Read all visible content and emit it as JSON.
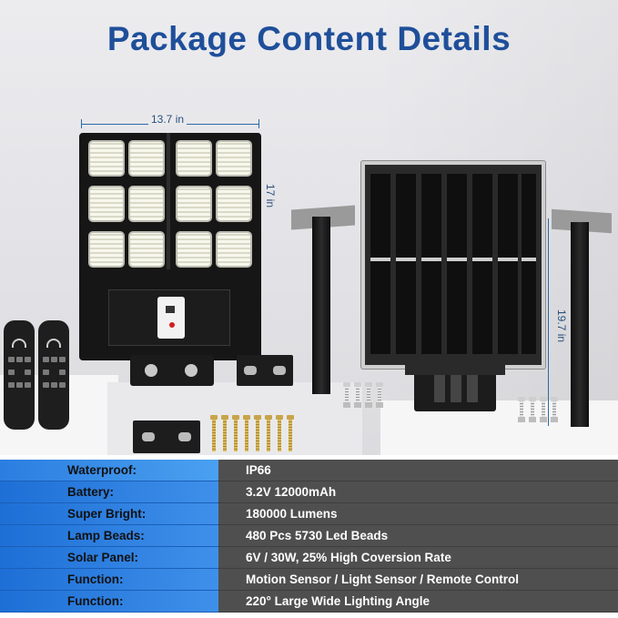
{
  "title": "Package Content Details",
  "dimensions": {
    "lamp_width": "13.7 in",
    "lamp_height": "17 in",
    "panel_height": "19.7 in"
  },
  "icons": {
    "remote": "remote-control-icon",
    "wifi": "wifi-signal-icon",
    "screws": "expansion-screw-icon",
    "bolts": "bolt-icon"
  },
  "colors": {
    "title": "#1f4f9a",
    "label_blue": "#2b7ee0",
    "value_gray": "#4f4f4f",
    "indicator_red": "#d21f1f"
  },
  "specs": [
    {
      "label": "Waterproof:",
      "value": "IP66"
    },
    {
      "label": "Battery:",
      "value": "3.2V 12000mAh"
    },
    {
      "label": "Super Bright:",
      "value": "180000 Lumens"
    },
    {
      "label": "Lamp Beads:",
      "value": "480 Pcs 5730 Led Beads"
    },
    {
      "label": "Solar Panel:",
      "value": "6V / 30W,  25% High Coversion Rate"
    },
    {
      "label": "Function:",
      "value": "Motion Sensor / Light Sensor / Remote Control"
    },
    {
      "label": "Function:",
      "value": "220° Large Wide Lighting Angle"
    }
  ]
}
